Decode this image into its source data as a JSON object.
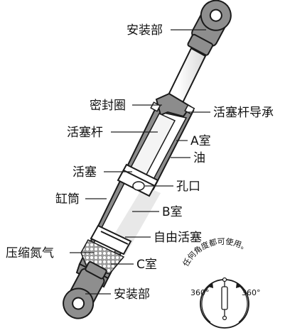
{
  "labels": {
    "mount_top": "安装部",
    "seal_ring": "密封圈",
    "rod_guide": "活塞杆导承",
    "piston_rod": "活塞杆",
    "chamber_a": "A室",
    "oil": "油",
    "piston": "活塞",
    "orifice": "孔口",
    "cylinder": "缸筒",
    "chamber_b": "B室",
    "free_piston": "自由活塞",
    "compressed_nitrogen": "压缩氮气",
    "chamber_c": "C室",
    "mount_bottom": "安装部"
  },
  "angle_note": "任何角度都可使用。",
  "angle_left": "360°",
  "angle_right": "360°",
  "colors": {
    "outline": "#1a1a1a",
    "cylinder_gray": "#8c8c8c",
    "cylinder_light": "#cfcfcf",
    "eye_gray": "#8e8e8e",
    "gas_white": "#ffffff"
  }
}
